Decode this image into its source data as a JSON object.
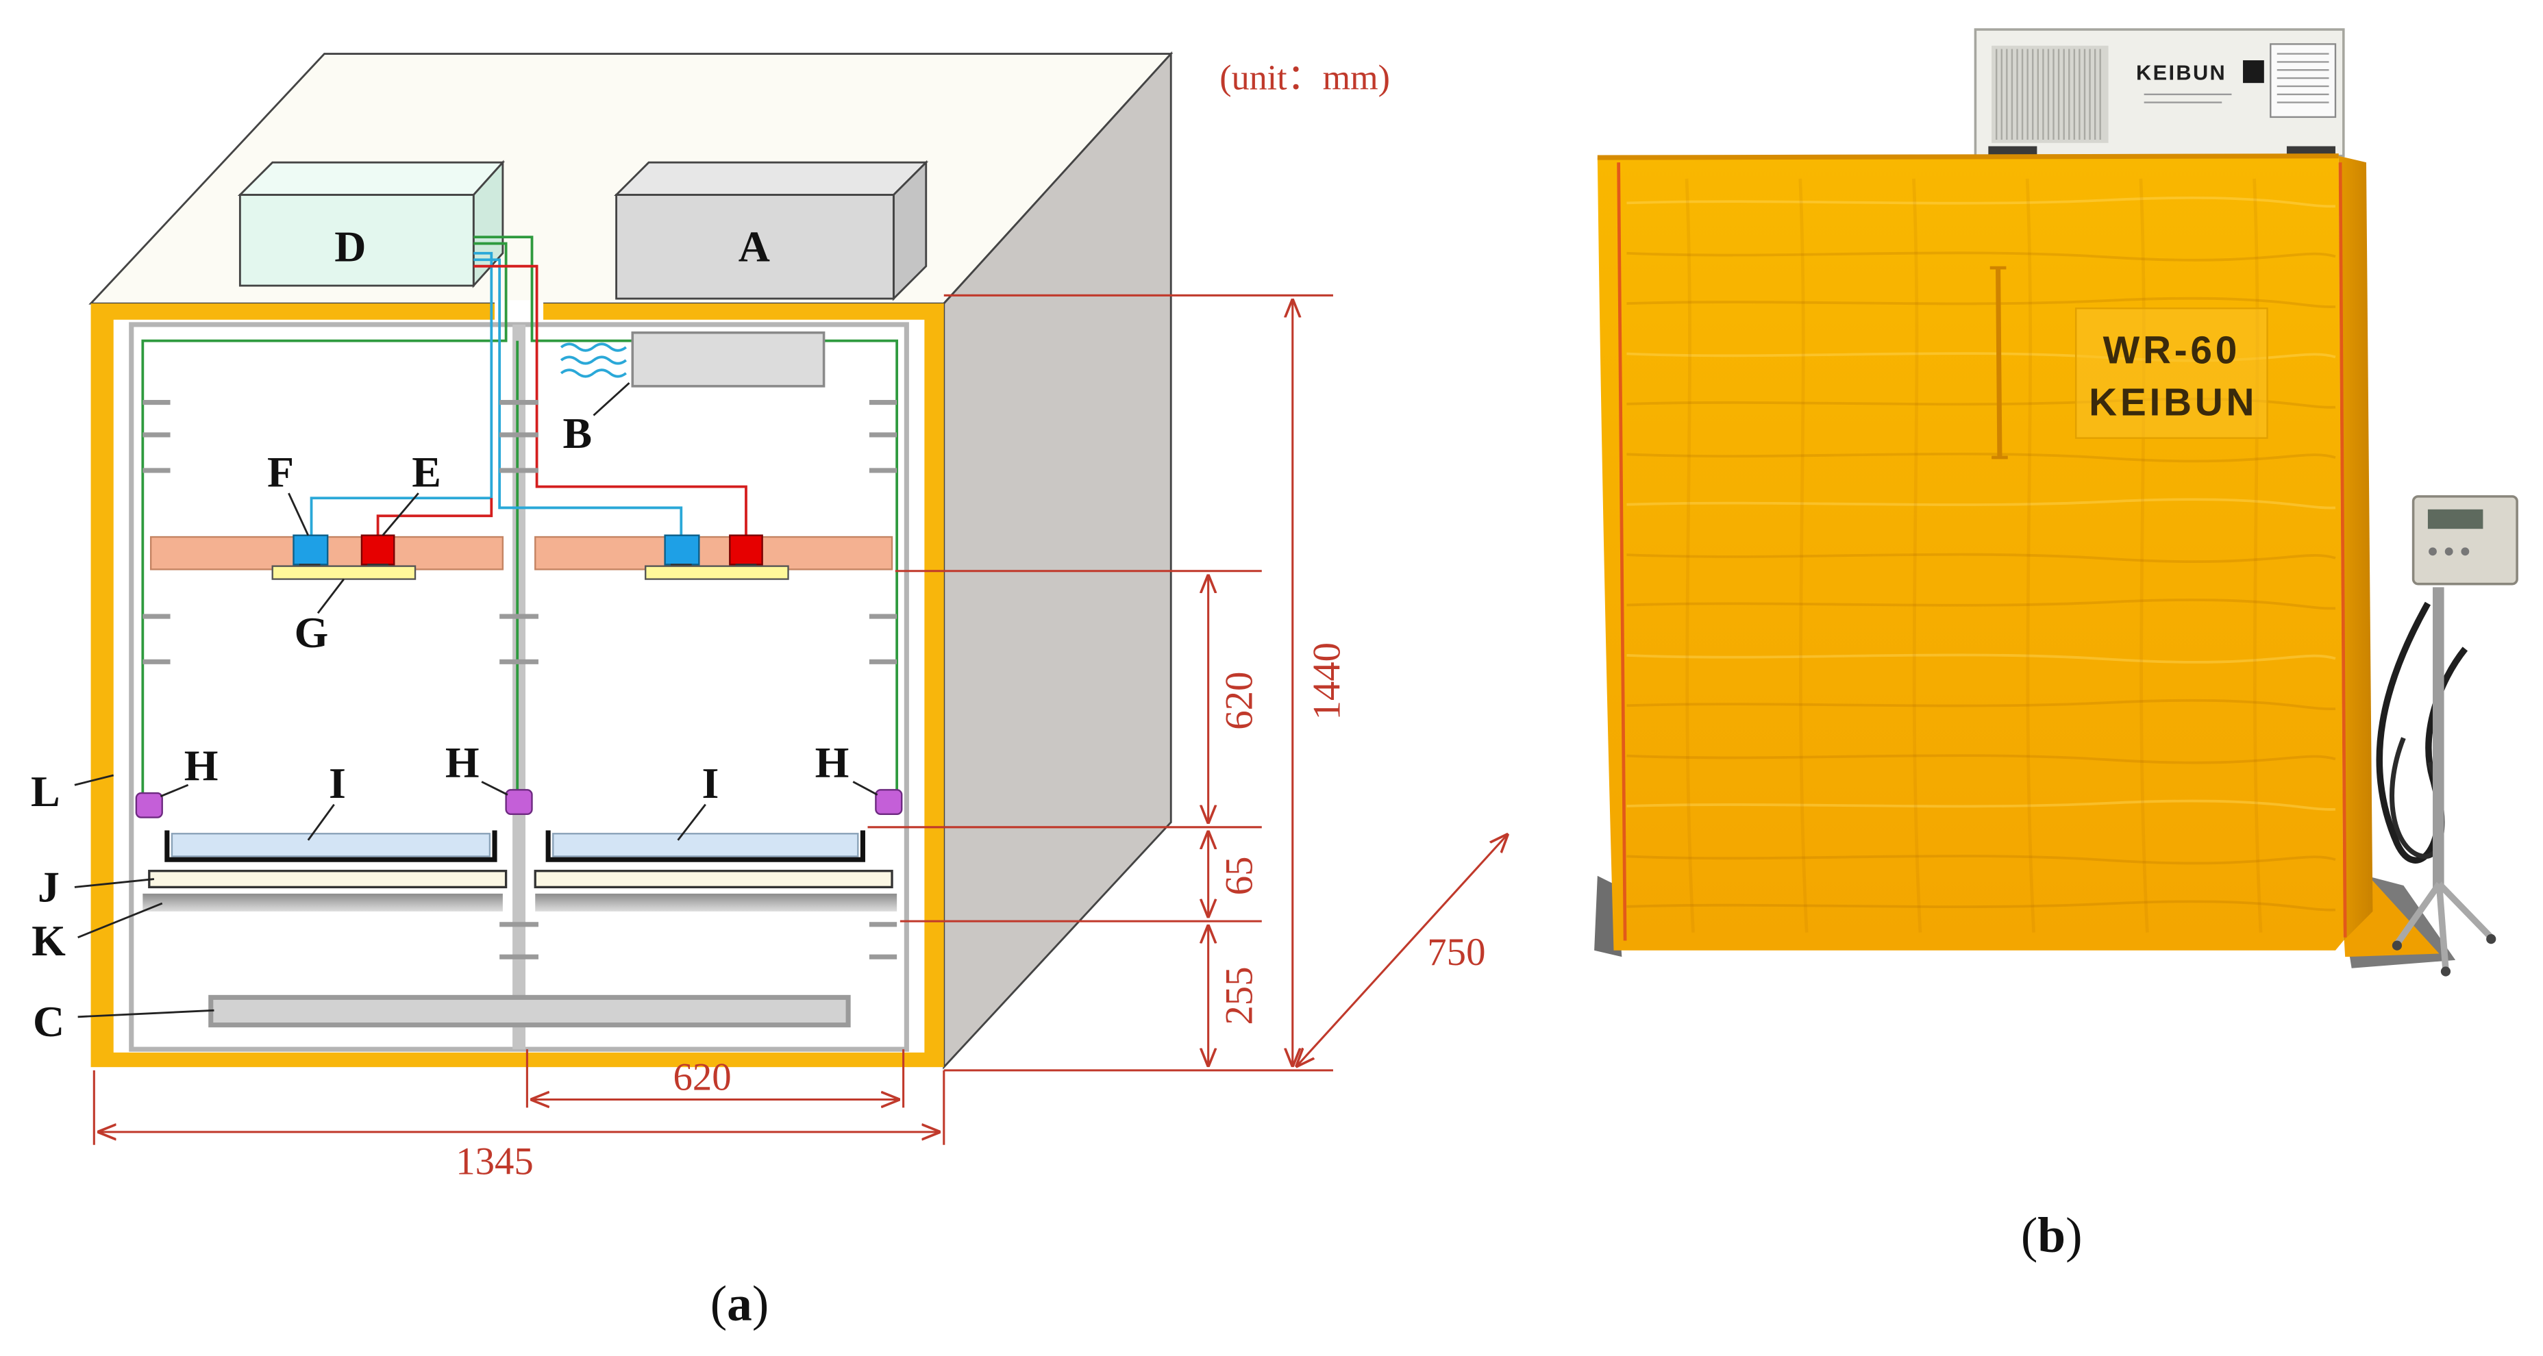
{
  "panel_a": {
    "unit_note": "(unit：mm)",
    "components": {
      "D": "D",
      "A": "A",
      "B": "B",
      "F": "F",
      "E": "E",
      "G": "G",
      "L": "L",
      "H_left": "H",
      "H_center": "H",
      "H_right": "H",
      "I_left": "I",
      "I_right": "I",
      "J": "J",
      "K": "K",
      "C": "C"
    },
    "dimensions": {
      "overall_height": "1440",
      "upper_height": "620",
      "middle_height": "65",
      "lower_height": "255",
      "depth": "750",
      "compartment_width": "620",
      "overall_width": "1345"
    },
    "caption": {
      "open": "(",
      "letter": "a",
      "close": ")"
    }
  },
  "panel_b": {
    "unit_brand": "KEIBUN",
    "tent_model": "WR-60",
    "tent_brand": "KEIBUN",
    "caption": {
      "open": "(",
      "letter": "b",
      "close": ")"
    }
  },
  "colors": {
    "frame_orange": "#f8b60c",
    "dimension_red": "#c0392b",
    "wire_cyan": "#2aa8d8",
    "wire_green": "#2e9a3e",
    "wire_red": "#d41e1e",
    "sensor_blue": "#1ea0e6",
    "sensor_red": "#e60000",
    "humidity_sensor_purple": "#c45fd8",
    "shelf_peach": "#f4b191",
    "tent_orange": "#f8b000"
  }
}
